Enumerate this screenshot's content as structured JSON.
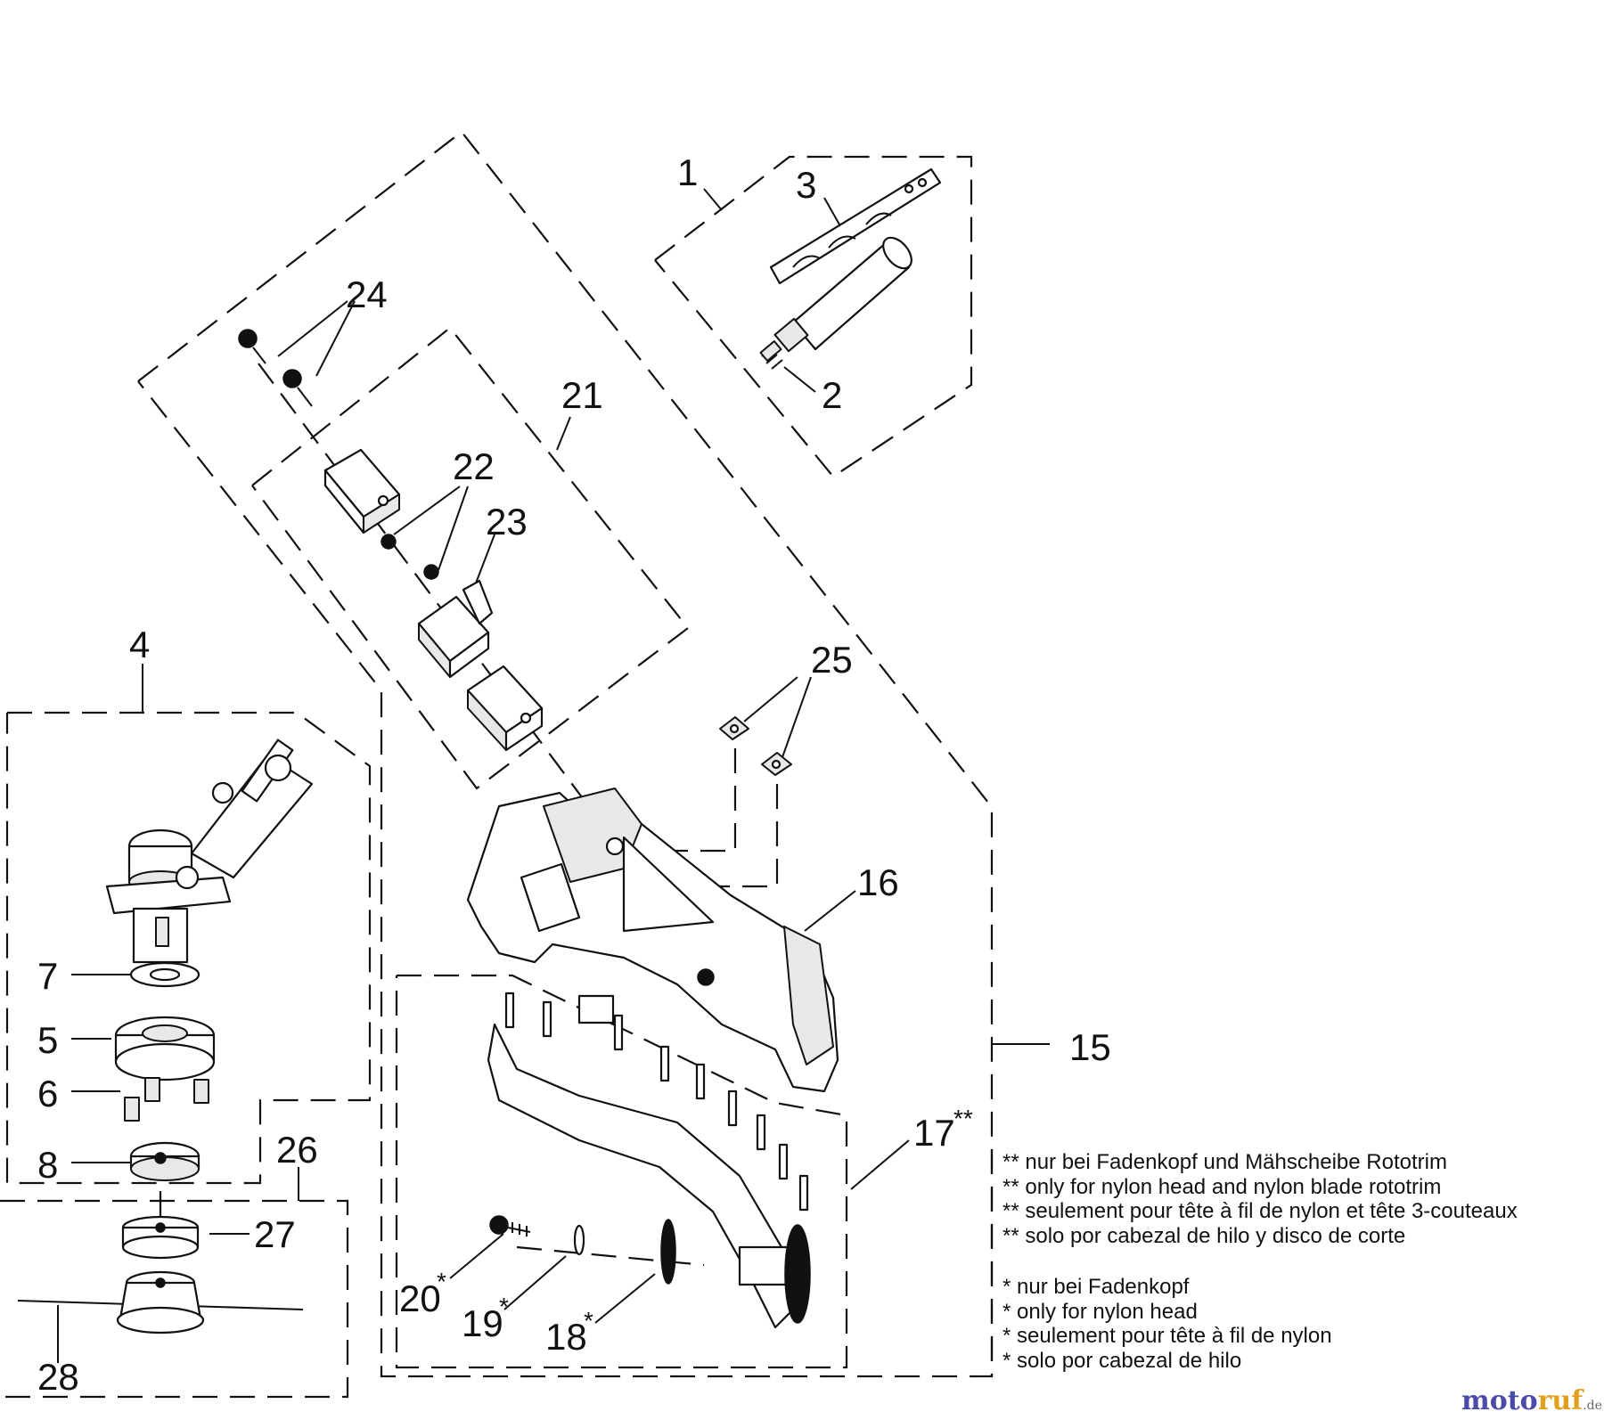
{
  "callouts": {
    "c1": "1",
    "c2": "2",
    "c3": "3",
    "c4": "4",
    "c5": "5",
    "c6": "6",
    "c7": "7",
    "c8": "8",
    "c15": "15",
    "c16": "16",
    "c17": "17",
    "c18": "18",
    "c19": "19",
    "c20": "20",
    "c21": "21",
    "c22": "22",
    "c23": "23",
    "c24": "24",
    "c25": "25",
    "c26": "26",
    "c27": "27",
    "c28": "28"
  },
  "markers": {
    "single": "*",
    "double": "**"
  },
  "notes": {
    "double_star": [
      "** nur bei Fadenkopf und Mähscheibe Rototrim",
      "** only for nylon head and nylon blade rototrim",
      "** seulement pour tête à fil de nylon et tête 3-couteaux",
      "** solo por cabezal de hilo y disco de corte"
    ],
    "single_star": [
      "* nur bei Fadenkopf",
      "* only for nylon head",
      "* seulement pour tête à fil de nylon",
      "* solo por cabezal de hilo"
    ]
  },
  "watermark": {
    "part_a": "moto",
    "part_b": "ruf",
    "suffix": ".de"
  }
}
